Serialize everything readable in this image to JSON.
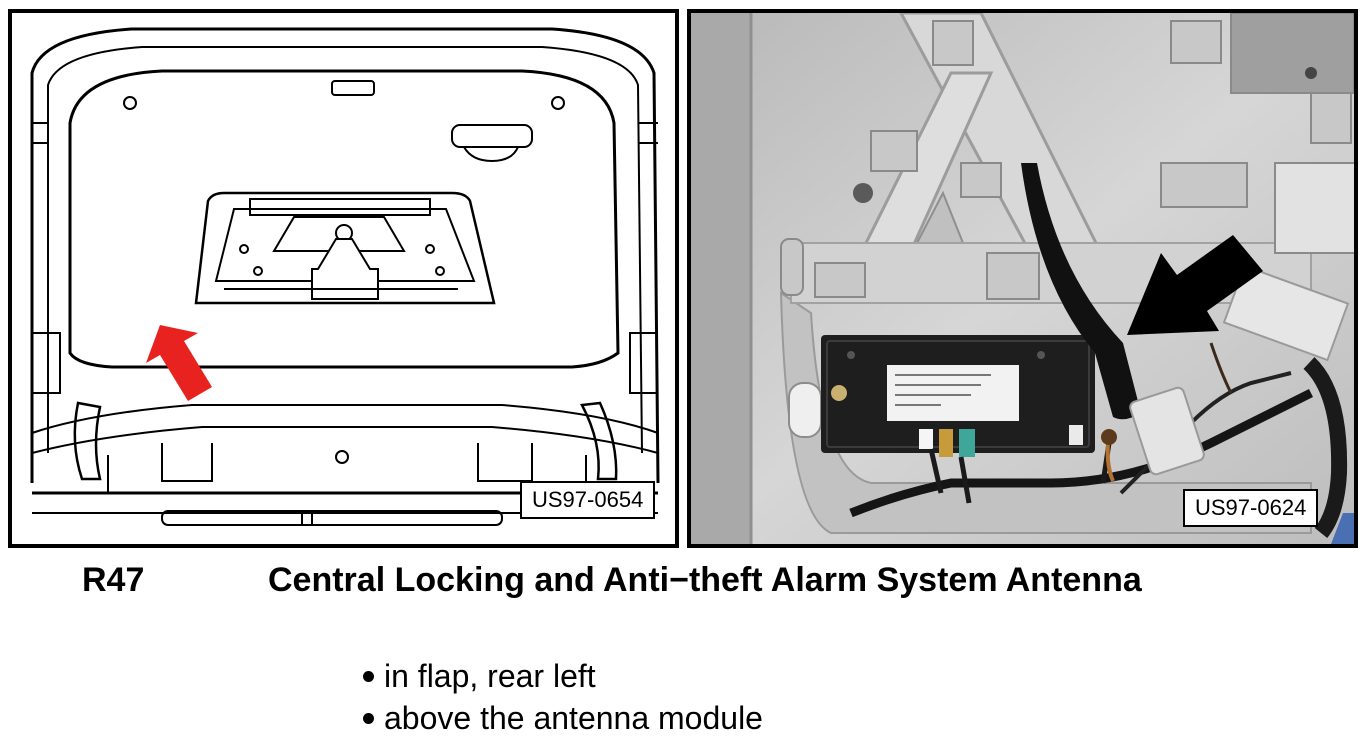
{
  "left_figure": {
    "ref": "US97-0654",
    "arrow_color": "#e8231f"
  },
  "right_figure": {
    "ref": "US97-0624",
    "arrow_color": "#000000"
  },
  "caption": {
    "code": "R47",
    "title": "Central Locking and Anti−theft Alarm System Antenna"
  },
  "bullets": [
    {
      "text": "in flap, rear left"
    },
    {
      "text": "above the antenna module"
    }
  ]
}
